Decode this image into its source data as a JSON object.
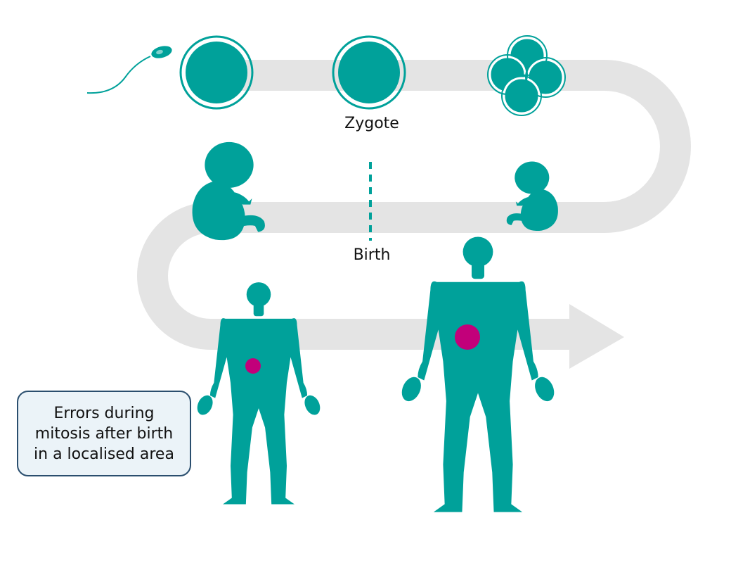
{
  "labels": {
    "zygote": "Zygote",
    "birth": "Birth"
  },
  "note": {
    "lines": [
      "Errors during",
      "mitosis after birth",
      "in a localised area"
    ]
  },
  "colors": {
    "teal": "#00a19a",
    "path_gray": "#e4e4e4",
    "lesion_magenta": "#c2007a",
    "note_border": "#2a4e6e",
    "note_fill": "#ebf3f8"
  }
}
